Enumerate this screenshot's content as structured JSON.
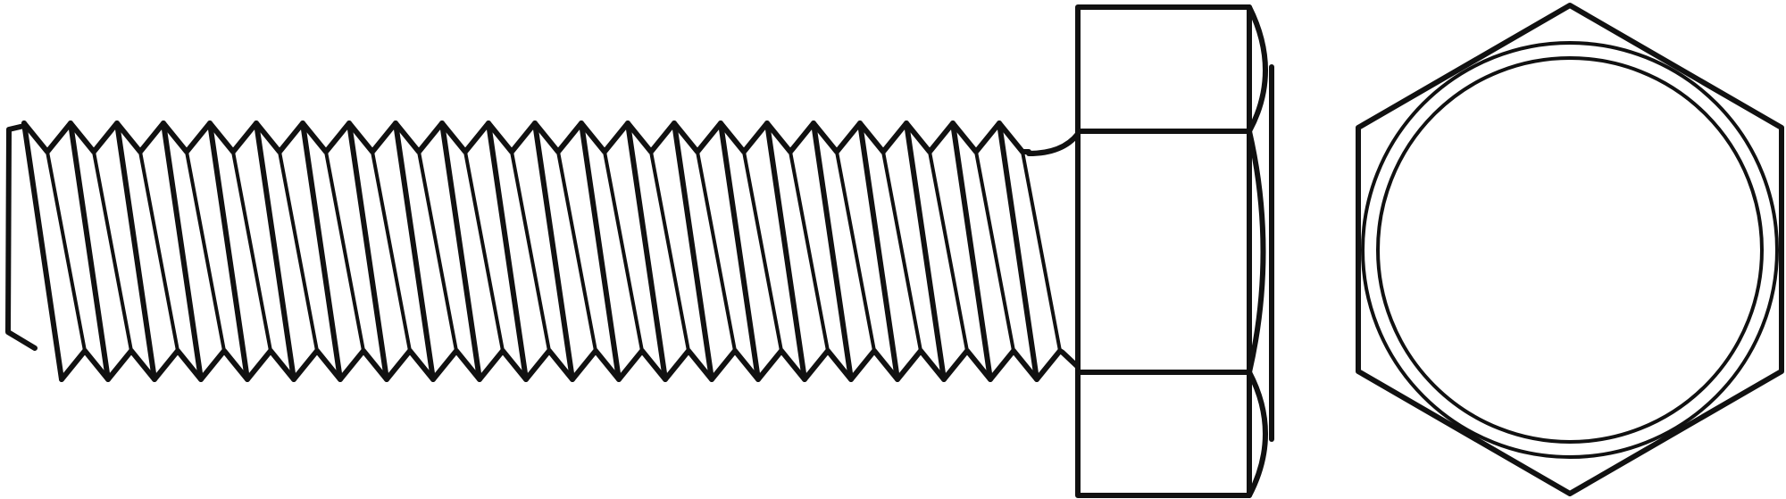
{
  "figure": {
    "subject": "hex-bolt",
    "views": [
      "side-view",
      "end-view"
    ],
    "stroke_color": "#111111",
    "background_color": "#ffffff",
    "thread": {
      "crest_count": 22
    }
  }
}
